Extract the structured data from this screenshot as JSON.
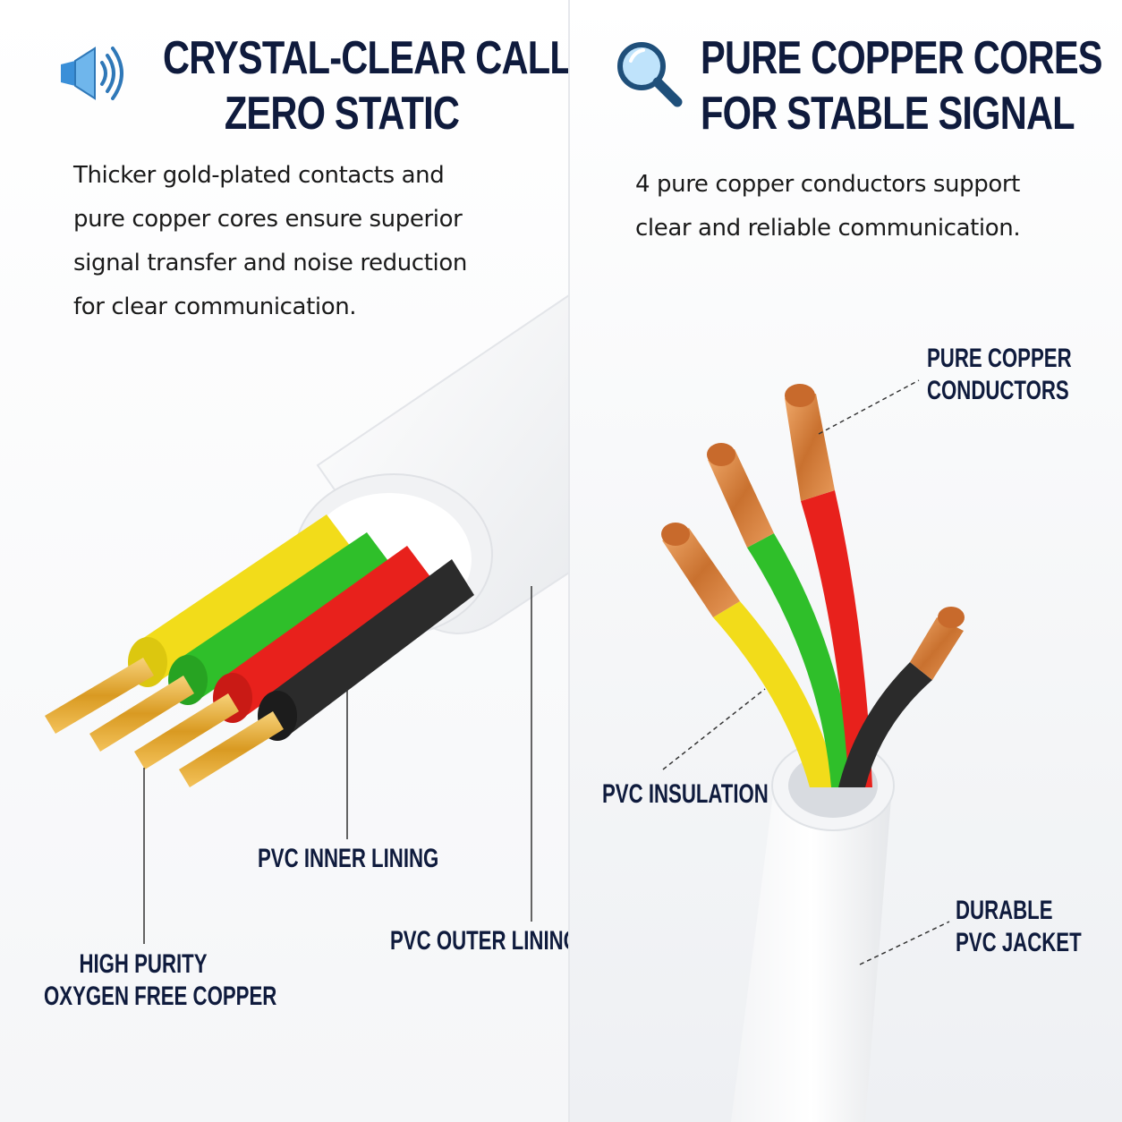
{
  "left": {
    "heading": [
      "CRYSTAL-CLEAR CALLS,",
      "ZERO STATIC"
    ],
    "description": [
      "Thicker gold-plated contacts and",
      "pure copper cores ensure superior",
      "signal transfer and noise reduction",
      "for clear communication."
    ],
    "callouts": {
      "inner_lining": "PVC INNER LINING",
      "outer_lining": "PVC OUTER LINING",
      "copper": [
        "HIGH PURITY",
        "OXYGEN FREE COPPER"
      ]
    },
    "icon": "speaker-icon"
  },
  "right": {
    "heading": [
      "PURE COPPER CORES",
      "FOR STABLE SIGNAL"
    ],
    "description": [
      "4 pure copper conductors support",
      "clear and reliable communication."
    ],
    "callouts": {
      "conductors": [
        "PURE COPPER",
        "CONDUCTORS"
      ],
      "insulation": "PVC INSULATION",
      "jacket": [
        "DURABLE",
        "PVC JACKET"
      ]
    },
    "icon": "magnifier-icon"
  },
  "colors": {
    "heading": "#0f1b3d",
    "wire_yellow": "#f2dc1a",
    "wire_green": "#2fbf2a",
    "wire_red": "#e8211c",
    "wire_black": "#2b2b2b",
    "copper": "#d98a4a",
    "gold": "#e2ae35"
  }
}
